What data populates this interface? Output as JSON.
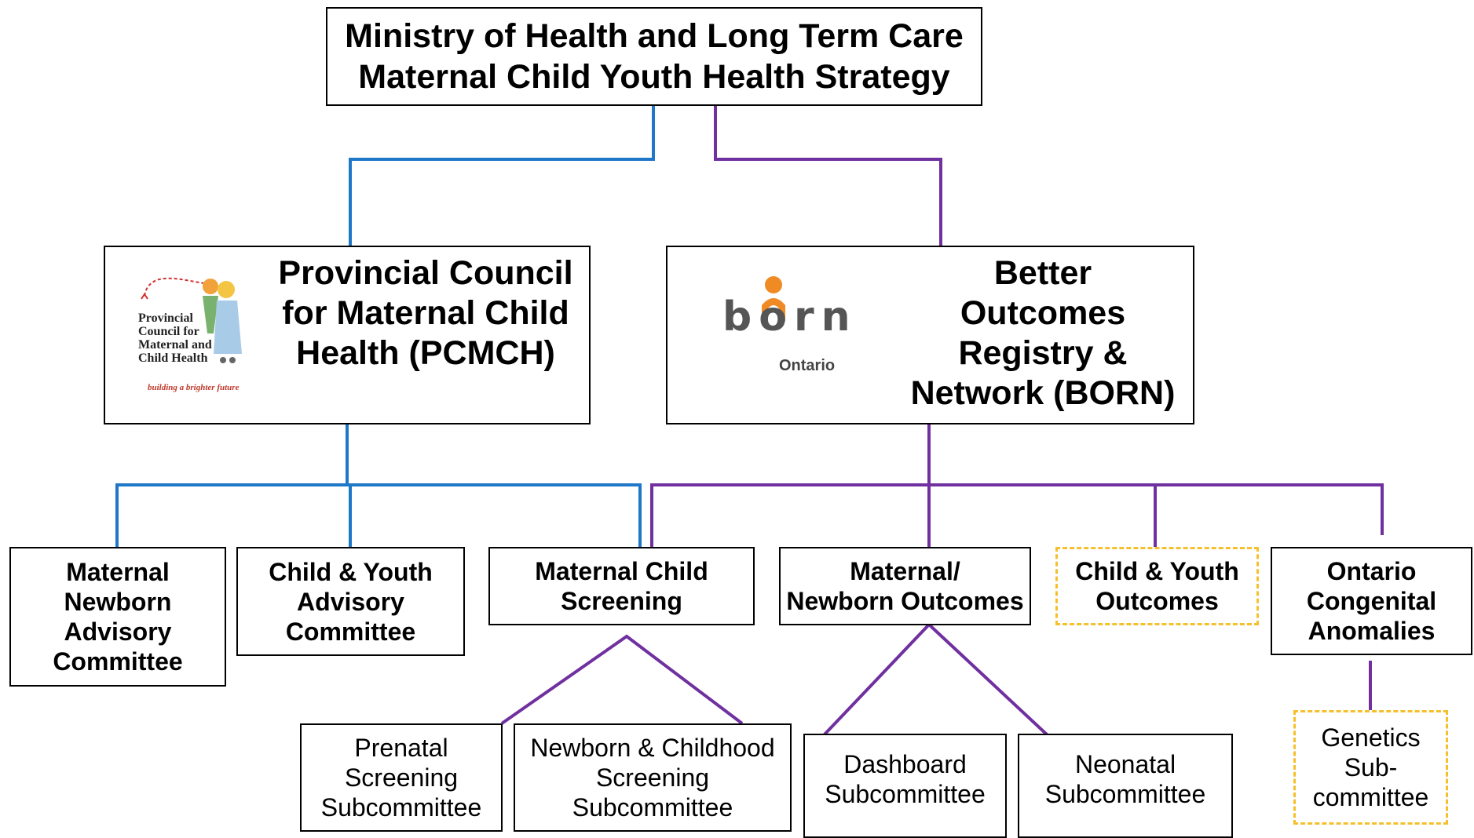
{
  "header": {
    "line1": "Ministry of Health and Long Term Care",
    "line2": "Maternal Child Youth Health Strategy"
  },
  "organizations": {
    "pcmch": {
      "title": "Provincial Council\nfor Maternal Child\nHealth (PCMCH)",
      "logo_text": [
        "Provincial",
        "Council for",
        "Maternal and",
        "Child Health"
      ],
      "logo_tagline": "building a brighter future"
    },
    "born": {
      "title": "Better\nOutcomes\nRegistry &\nNetwork (BORN)",
      "logo_word": "born",
      "logo_region": "Ontario"
    }
  },
  "committees": {
    "maternal_newborn_advisory": "Maternal\nNewborn\nAdvisory\nCommittee",
    "child_youth_advisory": "Child & Youth\nAdvisory\nCommittee",
    "maternal_child_screening": "Maternal Child\nScreening",
    "maternal_newborn_outcomes": "Maternal/\nNewborn Outcomes",
    "child_youth_outcomes": "Child & Youth\nOutcomes",
    "ontario_congenital_anomalies": "Ontario\nCongenital\nAnomalies"
  },
  "subcommittees": {
    "prenatal_screening": "Prenatal\nScreening\nSubcommittee",
    "newborn_childhood_screening": "Newborn & Childhood\nScreening\nSubcommittee",
    "dashboard": "Dashboard\nSubcommittee",
    "neonatal": "Neonatal\nSubcommittee",
    "genetics": "Genetics\nSub-\ncommittee"
  },
  "colors": {
    "pcmch_line": "#1f77c8",
    "born_line": "#7030a0",
    "dashed_border": "#f5c02c",
    "box_border": "#000000"
  }
}
